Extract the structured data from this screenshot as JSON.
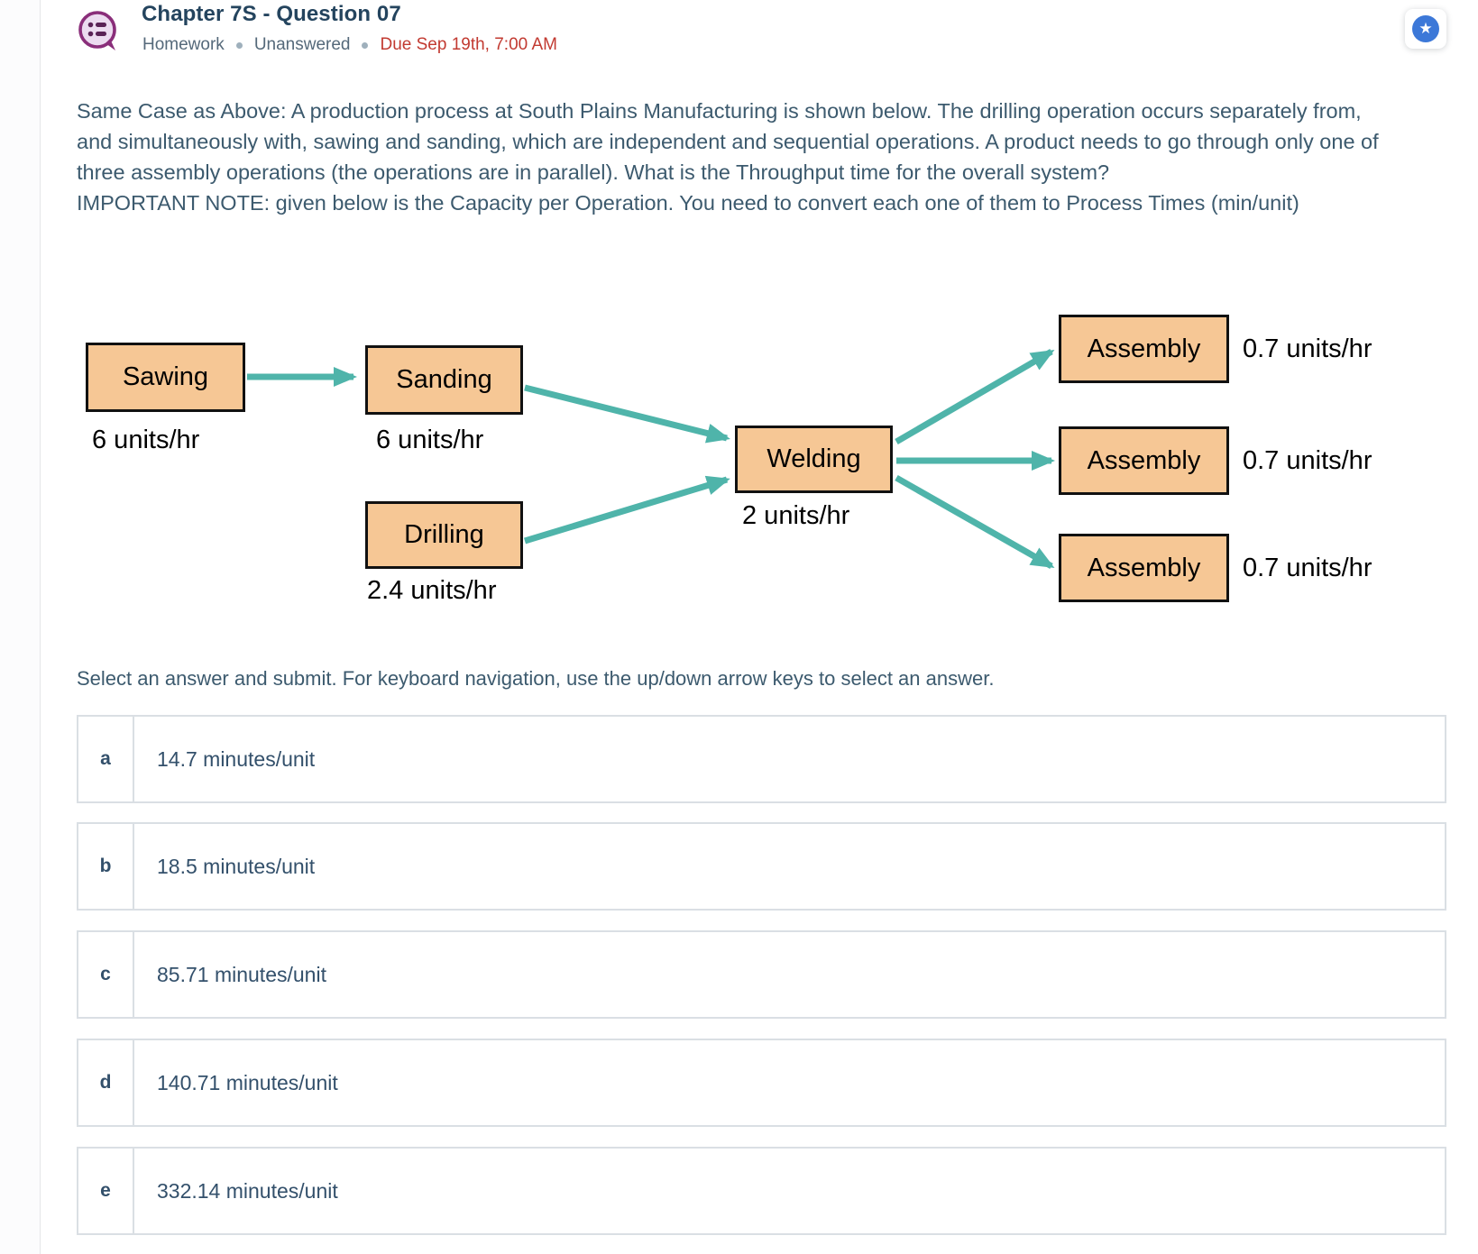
{
  "header": {
    "title": "Chapter 7S - Question 07",
    "type_label": "Homework",
    "status_label": "Unanswered",
    "due_label": "Due Sep 19th, 7:00 AM"
  },
  "icons": {
    "question_bubble": "list-speech-bubble-icon",
    "favorite": "star-icon"
  },
  "question": {
    "body": "Same Case as Above: A production process at South Plains Manufacturing is shown below. The drilling operation occurs separately from, and simultaneously with, sawing and sanding, which are independent and sequential operations. A product needs to go through only one of three assembly operations (the operations are in parallel). What is the Throughput time for the overall system?",
    "note": "IMPORTANT NOTE: given below is the Capacity per Operation. You need to convert each one of them to Process Times (min/unit)"
  },
  "diagram": {
    "nodes": [
      {
        "id": "sawing",
        "label": "Sawing",
        "capacity": "6 units/hr"
      },
      {
        "id": "sanding",
        "label": "Sanding",
        "capacity": "6 units/hr"
      },
      {
        "id": "drilling",
        "label": "Drilling",
        "capacity": "2.4 units/hr"
      },
      {
        "id": "welding",
        "label": "Welding",
        "capacity": "2 units/hr"
      },
      {
        "id": "assembly1",
        "label": "Assembly",
        "capacity": "0.7 units/hr"
      },
      {
        "id": "assembly2",
        "label": "Assembly",
        "capacity": "0.7 units/hr"
      },
      {
        "id": "assembly3",
        "label": "Assembly",
        "capacity": "0.7 units/hr"
      }
    ],
    "edges": [
      "sawing->sanding",
      "sanding->welding",
      "drilling->welding",
      "welding->assembly1",
      "welding->assembly2",
      "welding->assembly3"
    ],
    "colors": {
      "box_fill": "#f6c795",
      "box_border": "#111111",
      "arrow": "#4fb4aa"
    }
  },
  "instructions": "Select an answer and submit. For keyboard navigation, use the up/down arrow keys to select an answer.",
  "options": [
    {
      "letter": "a",
      "text": "14.7 minutes/unit"
    },
    {
      "letter": "b",
      "text": "18.5 minutes/unit"
    },
    {
      "letter": "c",
      "text": "85.71 minutes/unit"
    },
    {
      "letter": "d",
      "text": "140.71 minutes/unit"
    },
    {
      "letter": "e",
      "text": "332.14 minutes/unit"
    }
  ],
  "colors": {
    "title": "#24445e",
    "meta_text": "#55697a",
    "due_red": "#c23a31",
    "body_text": "#3c5a6e",
    "favorite_blue": "#3c78d8",
    "option_border": "#dadfe4"
  }
}
